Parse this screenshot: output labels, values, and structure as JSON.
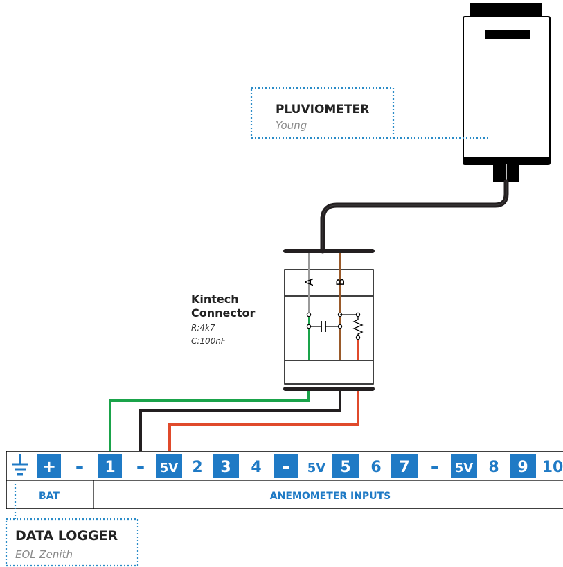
{
  "pluviometer": {
    "title": "PLUVIOMETER",
    "subtitle": "Young"
  },
  "connector": {
    "title_line1": "Kintech",
    "title_line2": "Connector",
    "resistance": "R:4k7",
    "capacitance": "C:100nF",
    "pin_a": "A",
    "pin_b": "B"
  },
  "logger": {
    "title": "DATA LOGGER",
    "subtitle": "EOL Zenith",
    "terminals": [
      "+",
      "–",
      "1",
      "–",
      "5V",
      "2",
      "3",
      "4",
      "–",
      "5V",
      "5",
      "6",
      "7",
      "–",
      "5V",
      "8",
      "9",
      "10"
    ],
    "group_bat": "BAT",
    "group_anemometer": "ANEMOMETER INPUTS"
  },
  "colors": {
    "terminal_blue": "#1f7ac5",
    "wire_green": "#1aa34a",
    "wire_black": "#231f20",
    "wire_red": "#e04a2b",
    "wire_brown": "#9a5a2a",
    "label_dots": "#2a8bc7"
  },
  "icons": {
    "ground": "ground-icon",
    "resistor": "resistor-icon",
    "capacitor": "capacitor-icon"
  }
}
